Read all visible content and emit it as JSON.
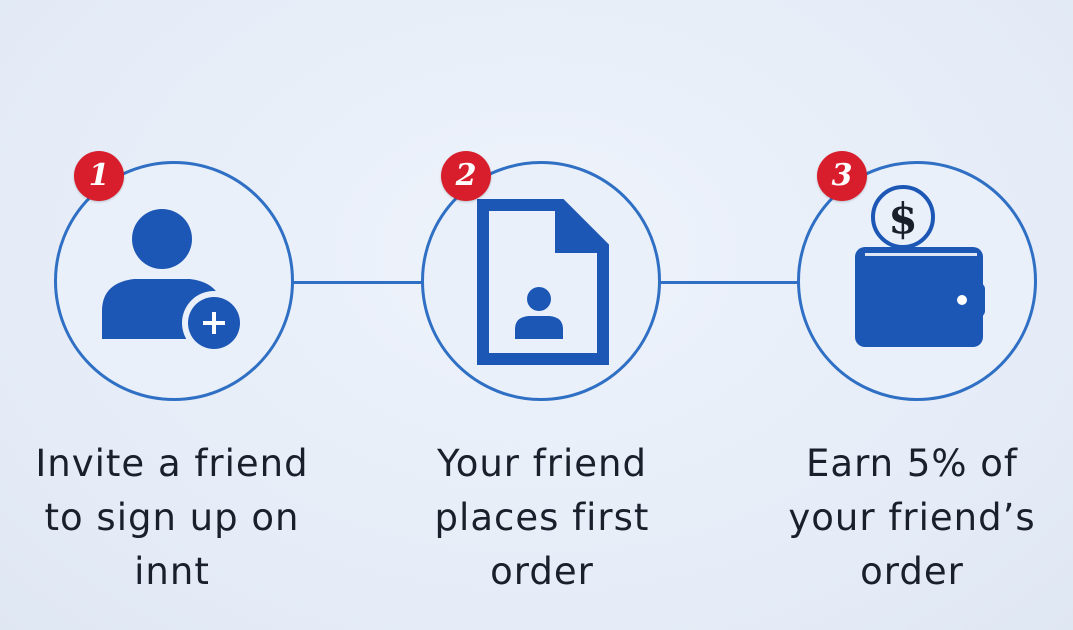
{
  "steps": [
    {
      "number": "1",
      "icon": "add-user-icon",
      "caption_lines": [
        "Invite a friend",
        "to sign up on",
        "innt"
      ]
    },
    {
      "number": "2",
      "icon": "document-profile-icon",
      "caption_lines": [
        "Your friend",
        "places first",
        "order"
      ]
    },
    {
      "number": "3",
      "icon": "wallet-dollar-icon",
      "caption_lines": [
        "Earn 5% of",
        "your friend’s",
        "order"
      ]
    }
  ],
  "colors": {
    "background": "#e7eef8",
    "accent_blue": "#1c57b5",
    "ring_blue": "#2f6fc4",
    "badge_red": "#d81e2c",
    "text": "#1a1f2c"
  }
}
